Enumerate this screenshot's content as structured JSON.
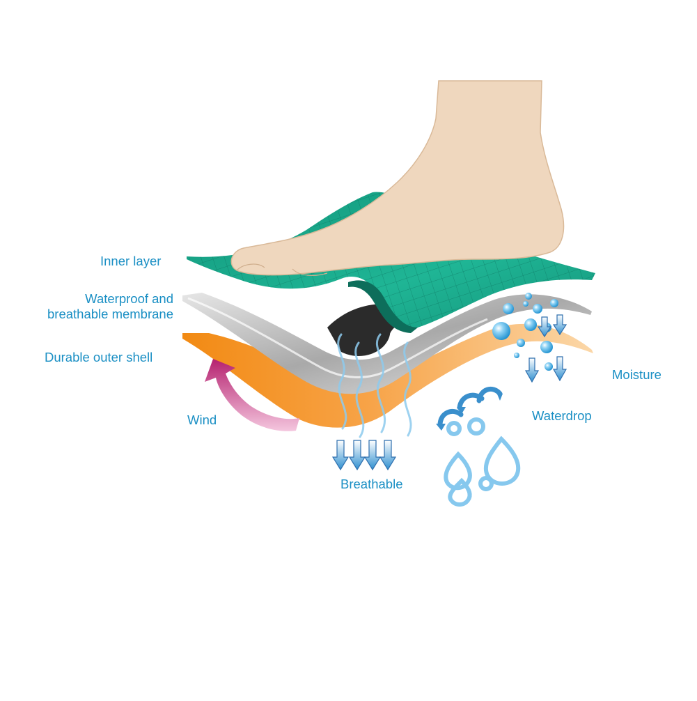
{
  "labels": {
    "inner_layer": "Inner layer",
    "membrane_line1": "Waterproof and",
    "membrane_line2": "breathable membrane",
    "outer_shell": "Durable outer shell",
    "wind": "Wind",
    "breathable": "Breathable",
    "waterdrop": "Waterdrop",
    "moisture": "Moisture"
  },
  "colors": {
    "label_text": "#1a8fc4",
    "inner_layer": "#1aa88c",
    "inner_layer_dark": "#0f7e69",
    "membrane": "#c9c9c9",
    "membrane_dark": "#1c1c1c",
    "outer_shell": "#f7931e",
    "outer_shell_light": "#fde3c1",
    "wind_arrow": "#c0307e",
    "water": "#7cc3ea",
    "foot": "#efd7be"
  },
  "icons": [
    "foot-icon",
    "wind-arrow-icon",
    "breathable-arrow-icon",
    "waterdrop-icon",
    "bubble-icon",
    "moisture-arrow-icon",
    "splash-arc-icon",
    "airflow-wave-icon"
  ]
}
